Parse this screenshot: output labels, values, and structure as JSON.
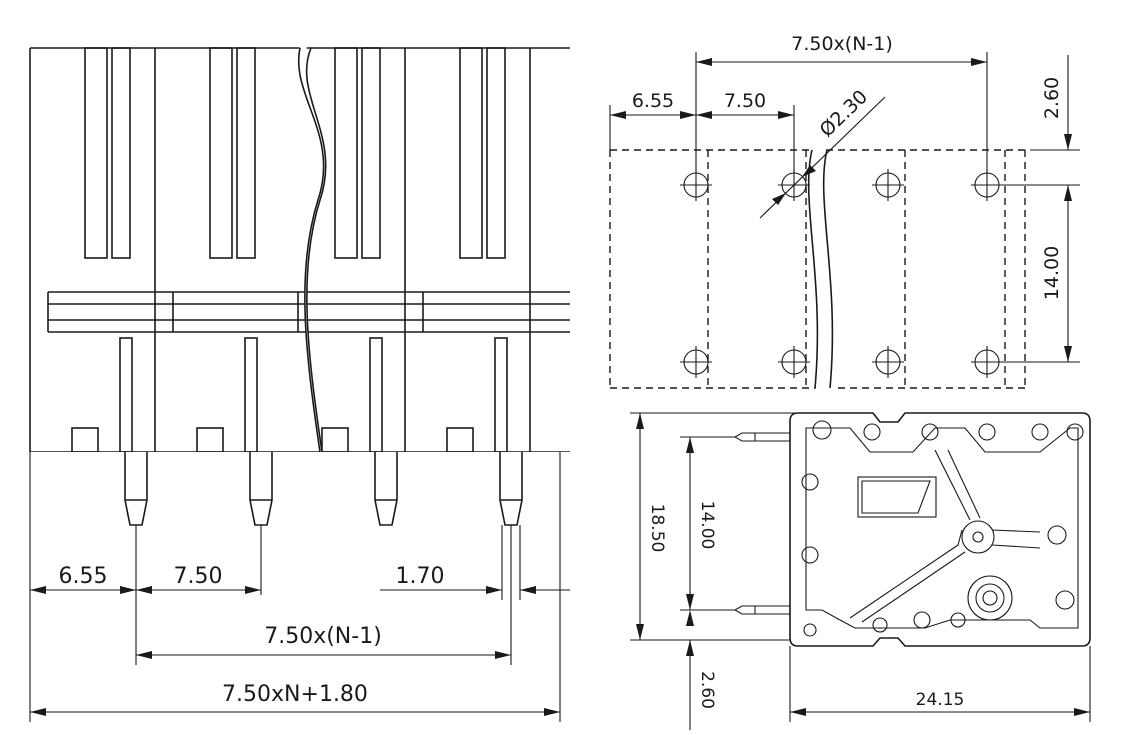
{
  "front_view": {
    "dims": {
      "pitch_first": "6.55",
      "pitch": "7.50",
      "pin_width": "1.70",
      "span": "7.50x(N-1)",
      "overall": "7.50xN+1.80"
    }
  },
  "top_view": {
    "dims": {
      "span": "7.50x(N-1)",
      "pitch_first": "6.55",
      "pitch": "7.50",
      "hole_diameter": "Ø2.30",
      "edge_offset": "2.60",
      "row_spacing": "14.00"
    }
  },
  "side_view": {
    "dims": {
      "height": "18.50",
      "row_spacing": "14.00",
      "bottom_offset": "2.60",
      "depth": "24.15"
    }
  }
}
